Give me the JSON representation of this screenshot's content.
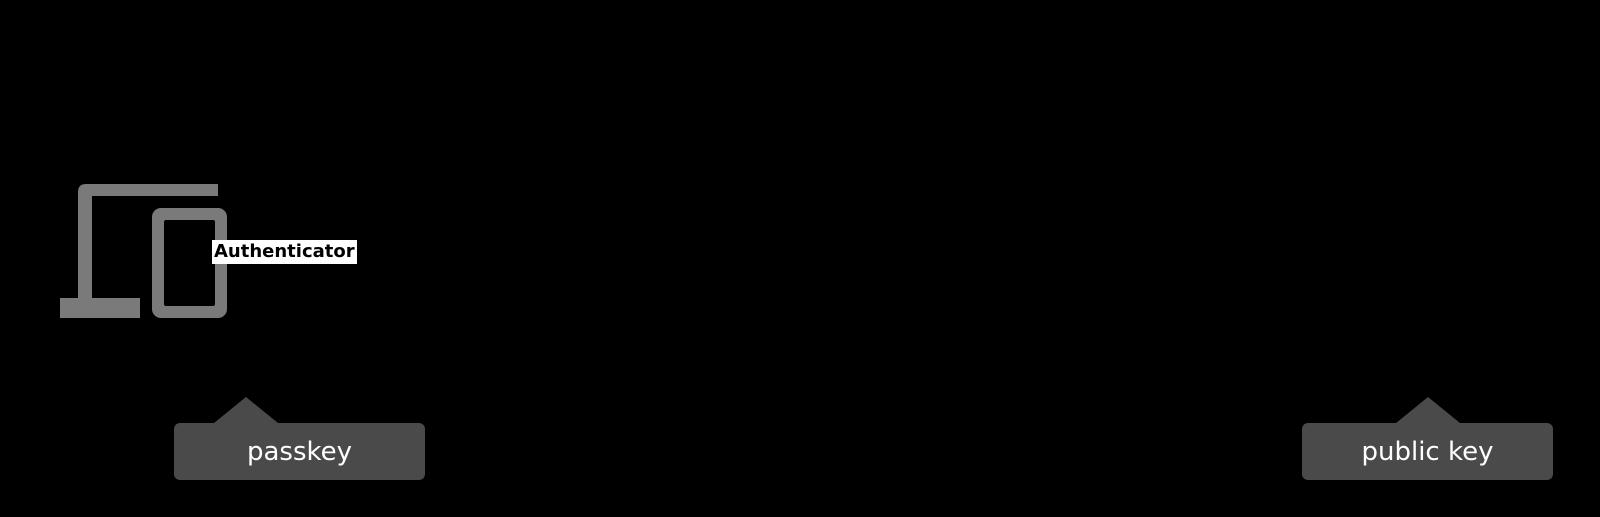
{
  "authenticator": {
    "label": "Authenticator",
    "icon": "laptop-and-phone-icon",
    "icon_color": "#7a7a7a"
  },
  "tags": {
    "passkey": "passkey",
    "public_key": "public key",
    "color": "#4a4a4a"
  },
  "background": "#000000"
}
